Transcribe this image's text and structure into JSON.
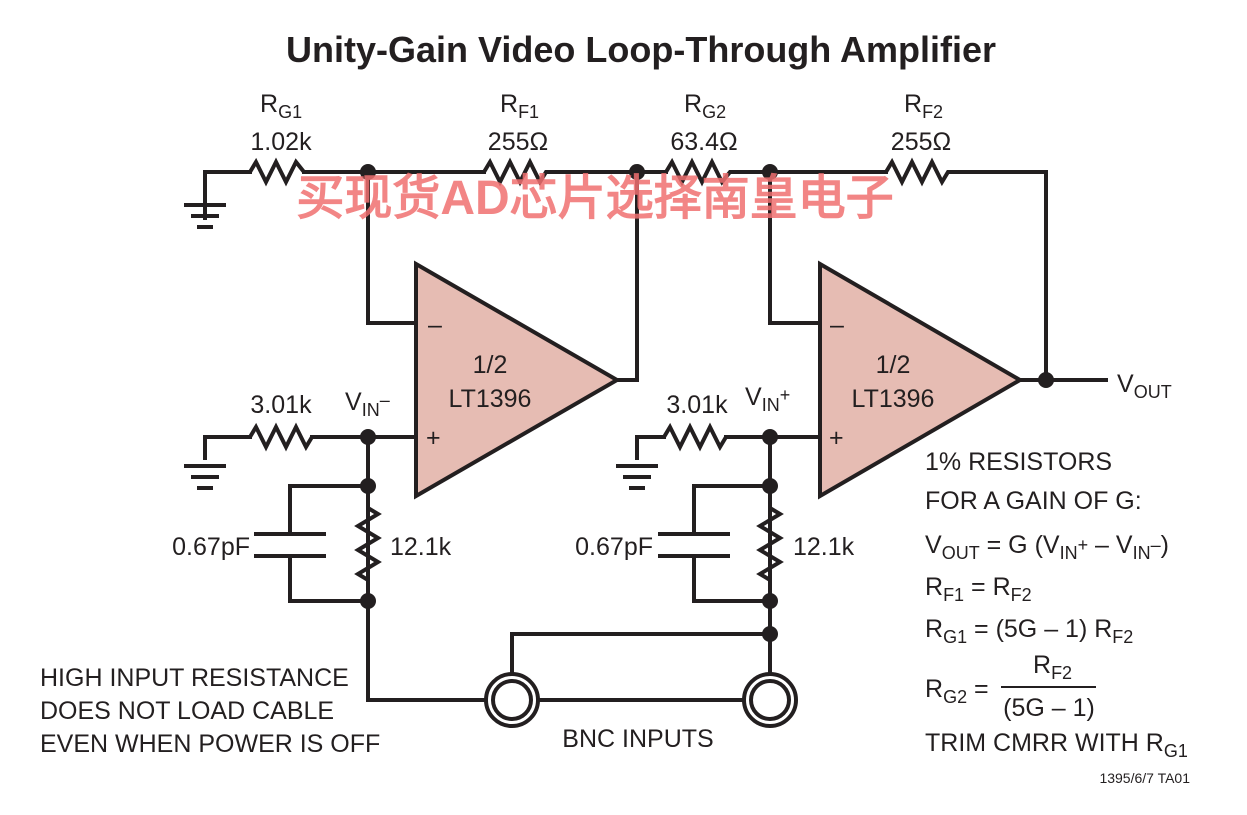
{
  "title": "Unity-Gain Video Loop-Through Amplifier",
  "watermark": "买现货AD芯片选择南皇电子",
  "amplifiers": [
    {
      "fraction": "1/2",
      "part": "LT1396",
      "minus": "–",
      "plus": "+"
    },
    {
      "fraction": "1/2",
      "part": "LT1396",
      "minus": "–",
      "plus": "+"
    }
  ],
  "resistors": {
    "rg1": {
      "name": "R",
      "sub": "G1",
      "value": "1.02k"
    },
    "rf1": {
      "name": "R",
      "sub": "F1",
      "value": "255Ω"
    },
    "rg2": {
      "name": "R",
      "sub": "G2",
      "value": "63.4Ω"
    },
    "rf2": {
      "name": "R",
      "sub": "F2",
      "value": "255Ω"
    },
    "rin1": {
      "value": "3.01k"
    },
    "rin2": {
      "value": "3.01k"
    },
    "rterm1": {
      "value": "12.1k"
    },
    "rterm2": {
      "value": "12.1k"
    }
  },
  "capacitors": {
    "c1": {
      "value": "0.67pF"
    },
    "c2": {
      "value": "0.67pF"
    }
  },
  "nodes": {
    "vin_minus": {
      "name": "V",
      "sub": "IN",
      "sup": "–"
    },
    "vin_plus": {
      "name": "V",
      "sub": "IN",
      "sup": "+"
    },
    "vout": {
      "name": "V",
      "sub": "OUT"
    }
  },
  "notes": {
    "left": [
      "HIGH INPUT RESISTANCE",
      "DOES NOT LOAD CABLE",
      "EVEN WHEN POWER IS OFF"
    ],
    "bnc": "BNC INPUTS",
    "right": {
      "line1": "1% RESISTORS",
      "line2": "FOR A GAIN OF G:",
      "eq1": {
        "a": "V",
        "a_sub": "OUT",
        "b": " = G (V",
        "b_sub": "IN",
        "b_sup": "+",
        "c": " – V",
        "c_sub": "IN",
        "c_sup": "–",
        "d": ")"
      },
      "eq2": {
        "a": "R",
        "a_sub": "F1",
        "b": " = R",
        "b_sub": "F2"
      },
      "eq3": {
        "a": "R",
        "a_sub": "G1",
        "b": " = (5G – 1) R",
        "b_sub": "F2"
      },
      "eq4": {
        "a": "R",
        "a_sub": "G2",
        "b": " =",
        "num": "R",
        "num_sub": "F2",
        "den": "(5G – 1)"
      },
      "trim": {
        "a": "TRIM CMRR WITH R",
        "a_sub": "G1"
      }
    }
  },
  "figure_code": "1395/6/7 TA01"
}
